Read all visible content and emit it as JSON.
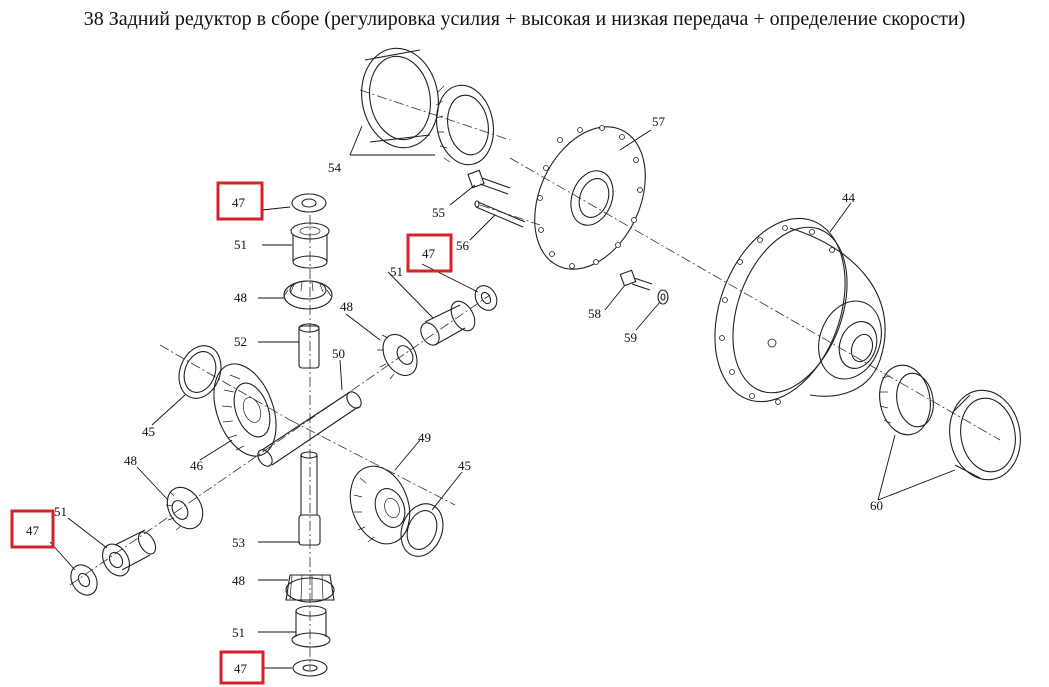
{
  "title": "38 Задний редуктор в сборе (регулировка усилия + высокая и низкая передача + определение скорости)",
  "highlight_color": "#d9202a",
  "labels": {
    "p54": "54",
    "p57": "57",
    "p55": "55",
    "p56": "56",
    "p44": "44",
    "p58": "58",
    "p59": "59",
    "p60": "60",
    "p50": "50",
    "p52": "52",
    "p49": "49",
    "p53": "53",
    "p46": "46",
    "p45a": "45",
    "p45b": "45",
    "p48a": "48",
    "p48b": "48",
    "p48c": "48",
    "p48d": "48",
    "p51a": "51",
    "p51b": "51",
    "p51c": "51",
    "p51d": "51",
    "p47a": "47",
    "p47b": "47",
    "p47c": "47",
    "p47d": "47"
  }
}
